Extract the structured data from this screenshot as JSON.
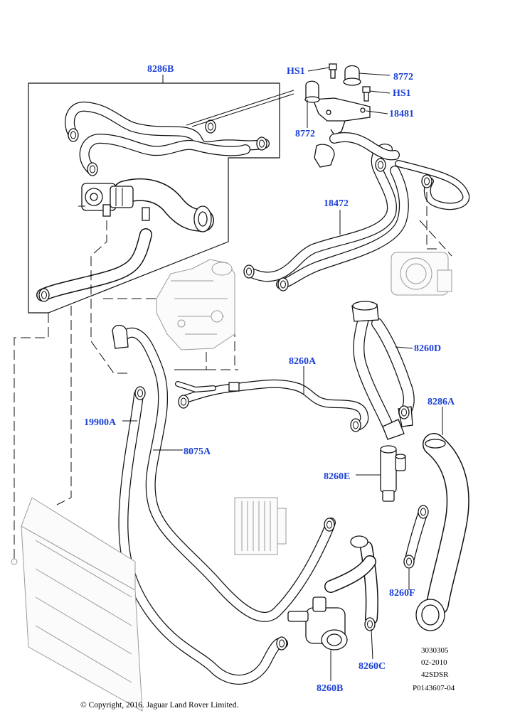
{
  "diagram": {
    "callouts": {
      "c8286B": "8286B",
      "cHS1a": "HS1",
      "cHS1b": "HS1",
      "c8772a": "8772",
      "c8772b": "8772",
      "c18481": "18481",
      "c18472": "18472",
      "c8260D": "8260D",
      "c8260A": "8260A",
      "c8286A": "8286A",
      "c19900A": "19900A",
      "c8075A": "8075A",
      "c8260E": "8260E",
      "c8260F": "8260F",
      "c8260C": "8260C",
      "c8260B": "8260B"
    },
    "meta": {
      "line1": "3030305",
      "line2": "02-2010",
      "line3": "42SDSR",
      "line4": "P0143607-04"
    },
    "copyright": "© Copyright, 2016. Jaguar Land Rover Limited.",
    "colors": {
      "callout": "#1a3fd6",
      "line": "#111111",
      "ghost": "#9a9a9a",
      "background": "#ffffff"
    }
  }
}
